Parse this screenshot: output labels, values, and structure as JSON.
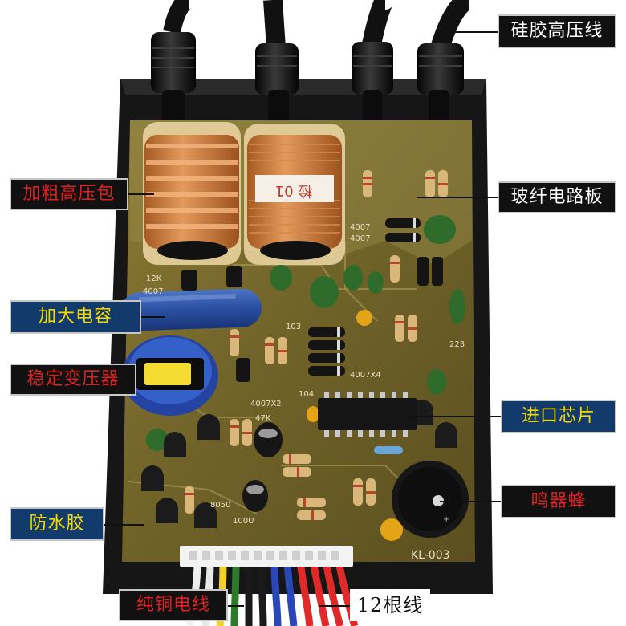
{
  "callouts": {
    "silicone_hv_wire": "硅胶高压线",
    "thick_hv_coil": "加粗高压包",
    "fiberglass_pcb": "玻纤电路板",
    "large_capacitor": "加大电容",
    "stabilized_transformer": "稳定变压器",
    "imported_chip": "进口芯片",
    "buzzer": "鸣器蜂",
    "waterproof_glue": "防水胶",
    "pure_copper_wire": "纯铜电线",
    "twelve_wires": "12根线"
  },
  "board_text": {
    "coil_label": "检 01",
    "diode_4007_a": "4007",
    "diode_4007_b": "4007",
    "diode_4007_c": "4007",
    "diode_4007x4": "4007X4",
    "diode_4007x2": "4007X2",
    "cap_103": "103",
    "cap_223": "223",
    "cap_104": "104",
    "elec_cap_100u": "100U",
    "board_model": "KL-003",
    "res_47k": "47K",
    "res_12k": "12K",
    "trans_8050": "8050"
  },
  "colors": {
    "red_label_text": "#e02020",
    "yellow_label_text": "#f5d800",
    "label_background": "#111111",
    "pcb": "#7a6a2c",
    "copper_coil": "#c9793a"
  }
}
